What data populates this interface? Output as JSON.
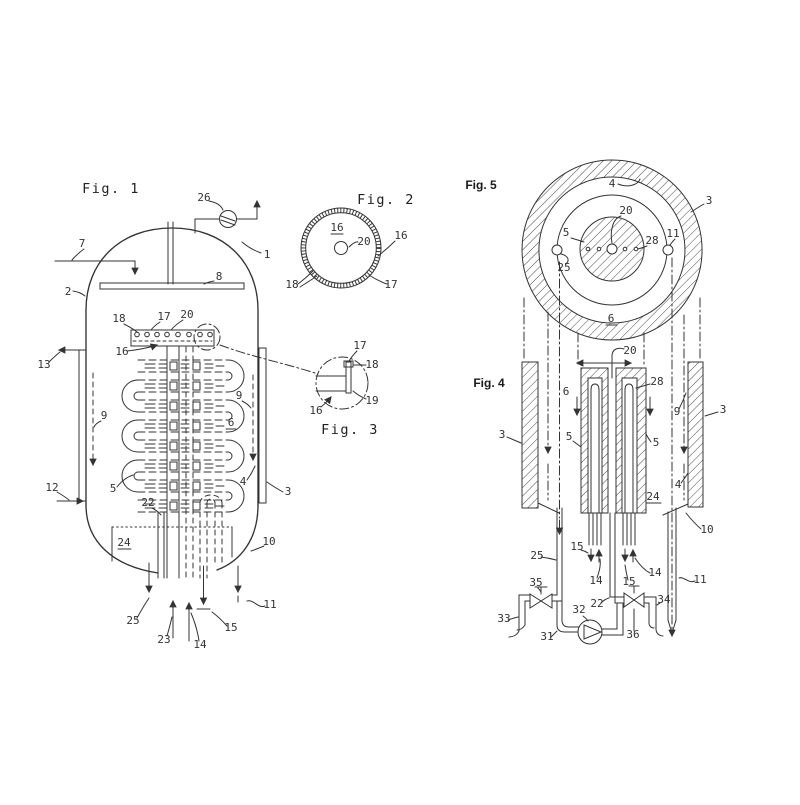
{
  "meta": {
    "background": "#ffffff",
    "ink": "#333333"
  },
  "figures": {
    "fig1": {
      "caption": "Fig. 1",
      "refs": {
        "r1": "1",
        "r2": "2",
        "r3": "3",
        "r4": "4",
        "r5": "5",
        "r6": "6",
        "r7": "7",
        "r8": "8",
        "r9": "9",
        "r10": "10",
        "r11": "11",
        "r12": "12",
        "r13": "13",
        "r14": "14",
        "r15": "15",
        "r16": "16",
        "r17": "17",
        "r18": "18",
        "r20": "20",
        "r22": "22",
        "r23": "23",
        "r24": "24",
        "r25": "25",
        "r26": "26"
      }
    },
    "fig2": {
      "caption": "Fig. 2",
      "refs": {
        "r16": "16",
        "r17": "17",
        "r18": "18",
        "r20": "20"
      }
    },
    "fig3": {
      "caption": "Fig. 3",
      "refs": {
        "r16": "16",
        "r17": "17",
        "r18": "18",
        "r19": "19"
      }
    },
    "fig4": {
      "caption": "Fig. 4",
      "refs": {
        "r3": "3",
        "r4": "4",
        "r5": "5",
        "r6": "6",
        "r9": "9",
        "r10": "10",
        "r11": "11",
        "r14": "14",
        "r15": "15",
        "r20": "20",
        "r22": "22",
        "r24": "24",
        "r25": "25",
        "r28": "28",
        "r31": "31",
        "r32": "32",
        "r33": "33",
        "r34": "34",
        "r35": "35",
        "r36": "36"
      }
    },
    "fig5": {
      "caption": "Fig. 5",
      "refs": {
        "r3": "3",
        "r4": "4",
        "r5": "5",
        "r6": "6",
        "r11": "11",
        "r20": "20",
        "r25": "25",
        "r28": "28"
      }
    }
  }
}
